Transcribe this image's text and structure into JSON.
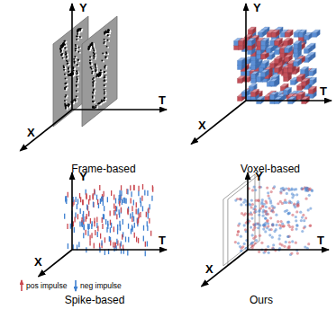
{
  "diagram": {
    "labels": [
      "Y",
      "X",
      "T",
      "Frame-based",
      "Y",
      "X",
      "T",
      "Voxel-based",
      "Y",
      "X",
      "T",
      "Spike-based",
      "Y",
      "X",
      "T",
      "Ours"
    ],
    "legend": [
      {
        "text": "pos impulse"
      },
      {
        "text": "neg impulse"
      }
    ]
  }
}
